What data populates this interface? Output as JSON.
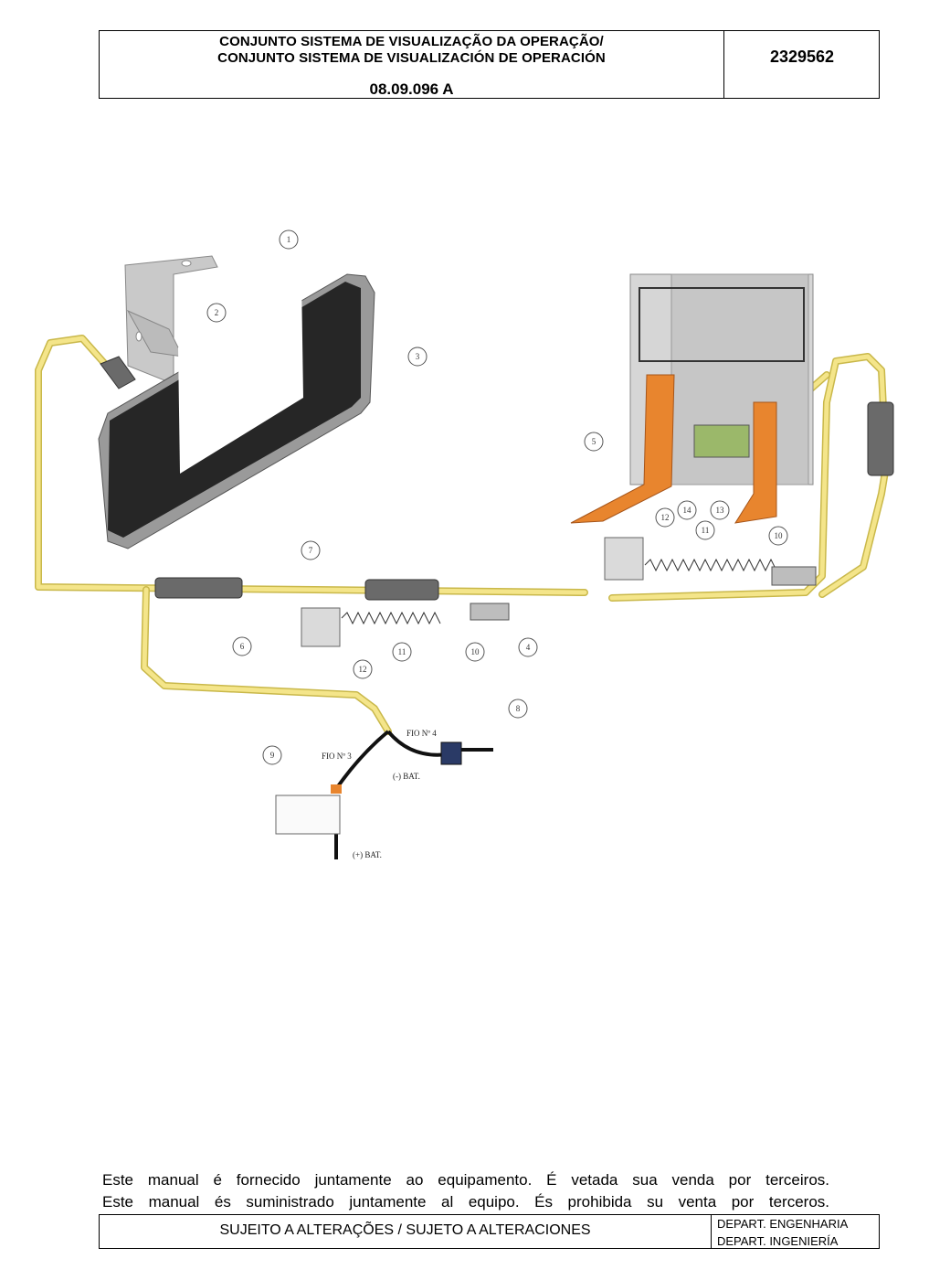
{
  "header": {
    "title_line1": "CONJUNTO SISTEMA DE VISUALIZAÇÃO DA OPERAÇÃO/",
    "title_line2": "CONJUNTO SISTEMA DE VISUALIZACIÓN DE OPERACIÓN",
    "revision": "08.09.096 A",
    "doc_number": "2329562"
  },
  "diagram": {
    "callouts": [
      "1",
      "2",
      "3",
      "4",
      "5",
      "6",
      "7",
      "8",
      "9",
      "10",
      "10",
      "11",
      "11",
      "12",
      "12",
      "13",
      "14"
    ],
    "labels": {
      "wire4": "FIO Nº 4",
      "wire3": "FIO Nº 3",
      "bat_neg": "(-) BAT.",
      "bat_pos": "(+) BAT."
    },
    "colors": {
      "cable": "#f4e58a",
      "cable_edge": "#c9b84a",
      "monitor": "#2a2a2a",
      "fork": "#e8852e",
      "bracket": "#c7c7c7",
      "connector": "#6a6a6a"
    }
  },
  "notice": {
    "line1": "Este manual é fornecido juntamente ao equipamento. É vetada sua venda por terceiros.",
    "line2": "Este manual és suministrado juntamente al equipo. És prohibida su venta por terceros."
  },
  "footer": {
    "center": "SUJEITO A ALTERAÇÕES / SUJETO A ALTERACIONES",
    "dept1": "DEPART. ENGENHARIA",
    "dept2": "DEPART. INGENIERÍA"
  }
}
